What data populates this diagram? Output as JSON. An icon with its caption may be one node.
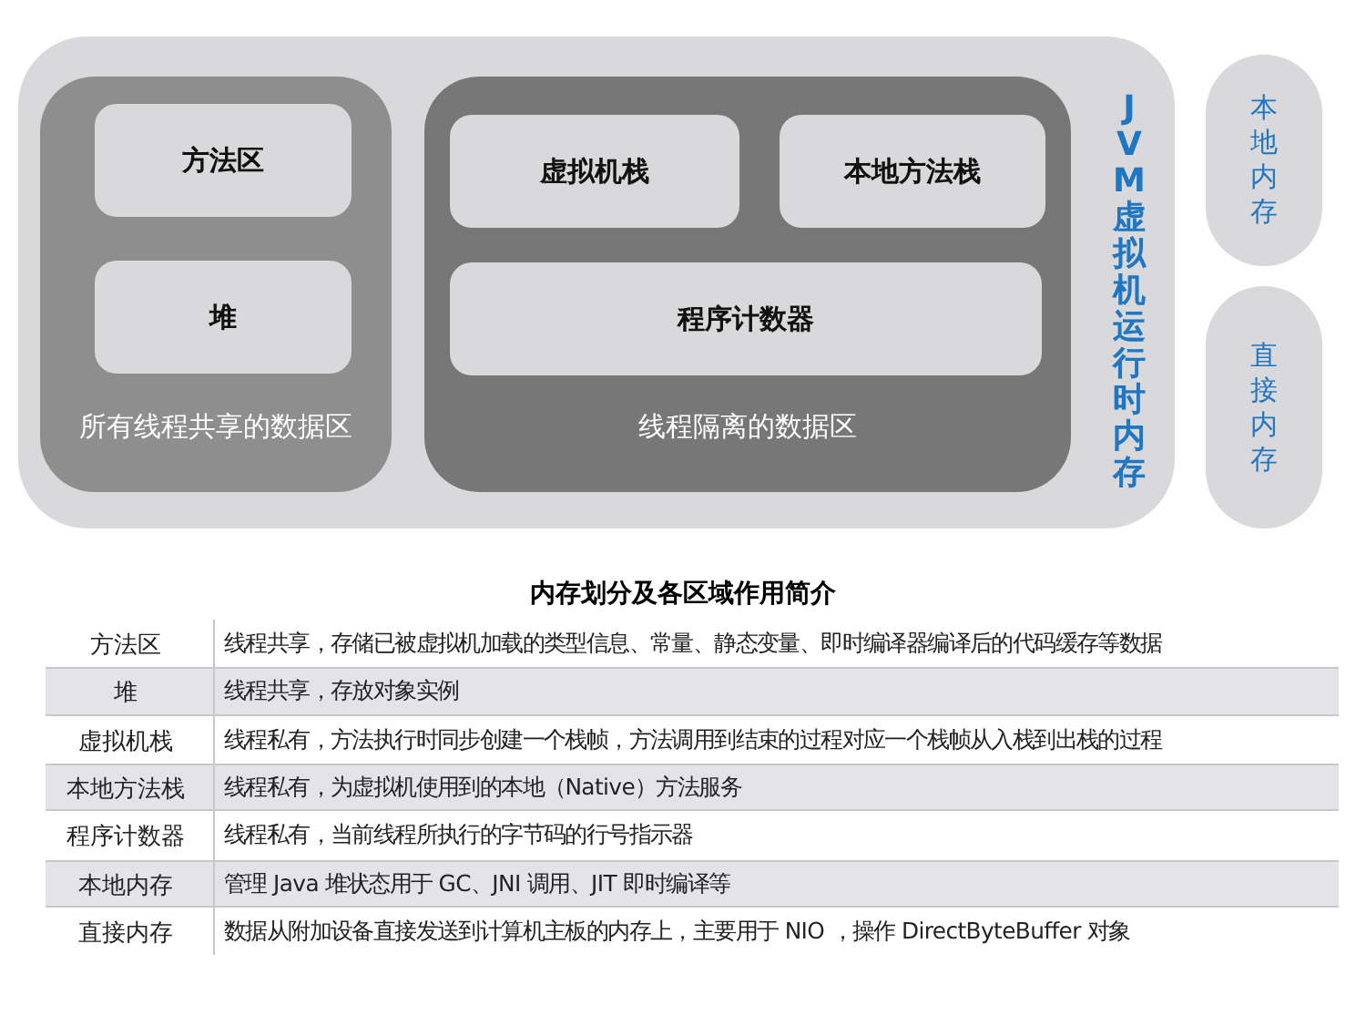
{
  "diagram": {
    "nodes": [
      {
        "text": [
          "JVM 虚拟机运行时内存"
        ]
      },
      {
        "text": [
          "所有线程共享的数据区"
        ],
        "in": 0
      },
      {
        "text": [
          "方法区"
        ],
        "in": 1
      },
      {
        "text": [
          "堆"
        ],
        "in": 1
      },
      {
        "text": [
          "线程隔离的数据区"
        ],
        "in": 0
      },
      {
        "text": [
          "虚拟机栈"
        ],
        "in": 4
      },
      {
        "text": [
          "本地方法栈"
        ],
        "in": 4
      },
      {
        "text": [
          "程序计数器"
        ],
        "in": 4
      },
      {
        "text": [
          "本地内存"
        ]
      },
      {
        "text": [
          "直接内存"
        ]
      }
    ],
    "edges": [],
    "labels": [
      "内存划分及各区域作用简介",
      "方法区",
      "线程共享，存储已被虚拟机加载的类型信息、常量、静态变量、即时编译器编译后的代码缓存等数据",
      "堆",
      "线程共享，存放对象实例",
      "虚拟机栈",
      "线程私有，方法执行时同步创建一个栈帧，方法调用到结束的过程对应一个栈帧从入栈到出栈的过程",
      "本地方法栈",
      "线程私有，为虚拟机使用到的本地（Native）方法服务",
      "程序计数器",
      "线程私有，当前线程所执行的字节码的行号指示器",
      "本地内存",
      "管理 Java 堆状态用于 GC、JNI 调用、JIT 即时编译等",
      "直接内存",
      "数据从附加设备直接发送到计算机主板的内存上，主要用于 NIO ，操作 DirectByteBuffer 对象"
    ]
  }
}
